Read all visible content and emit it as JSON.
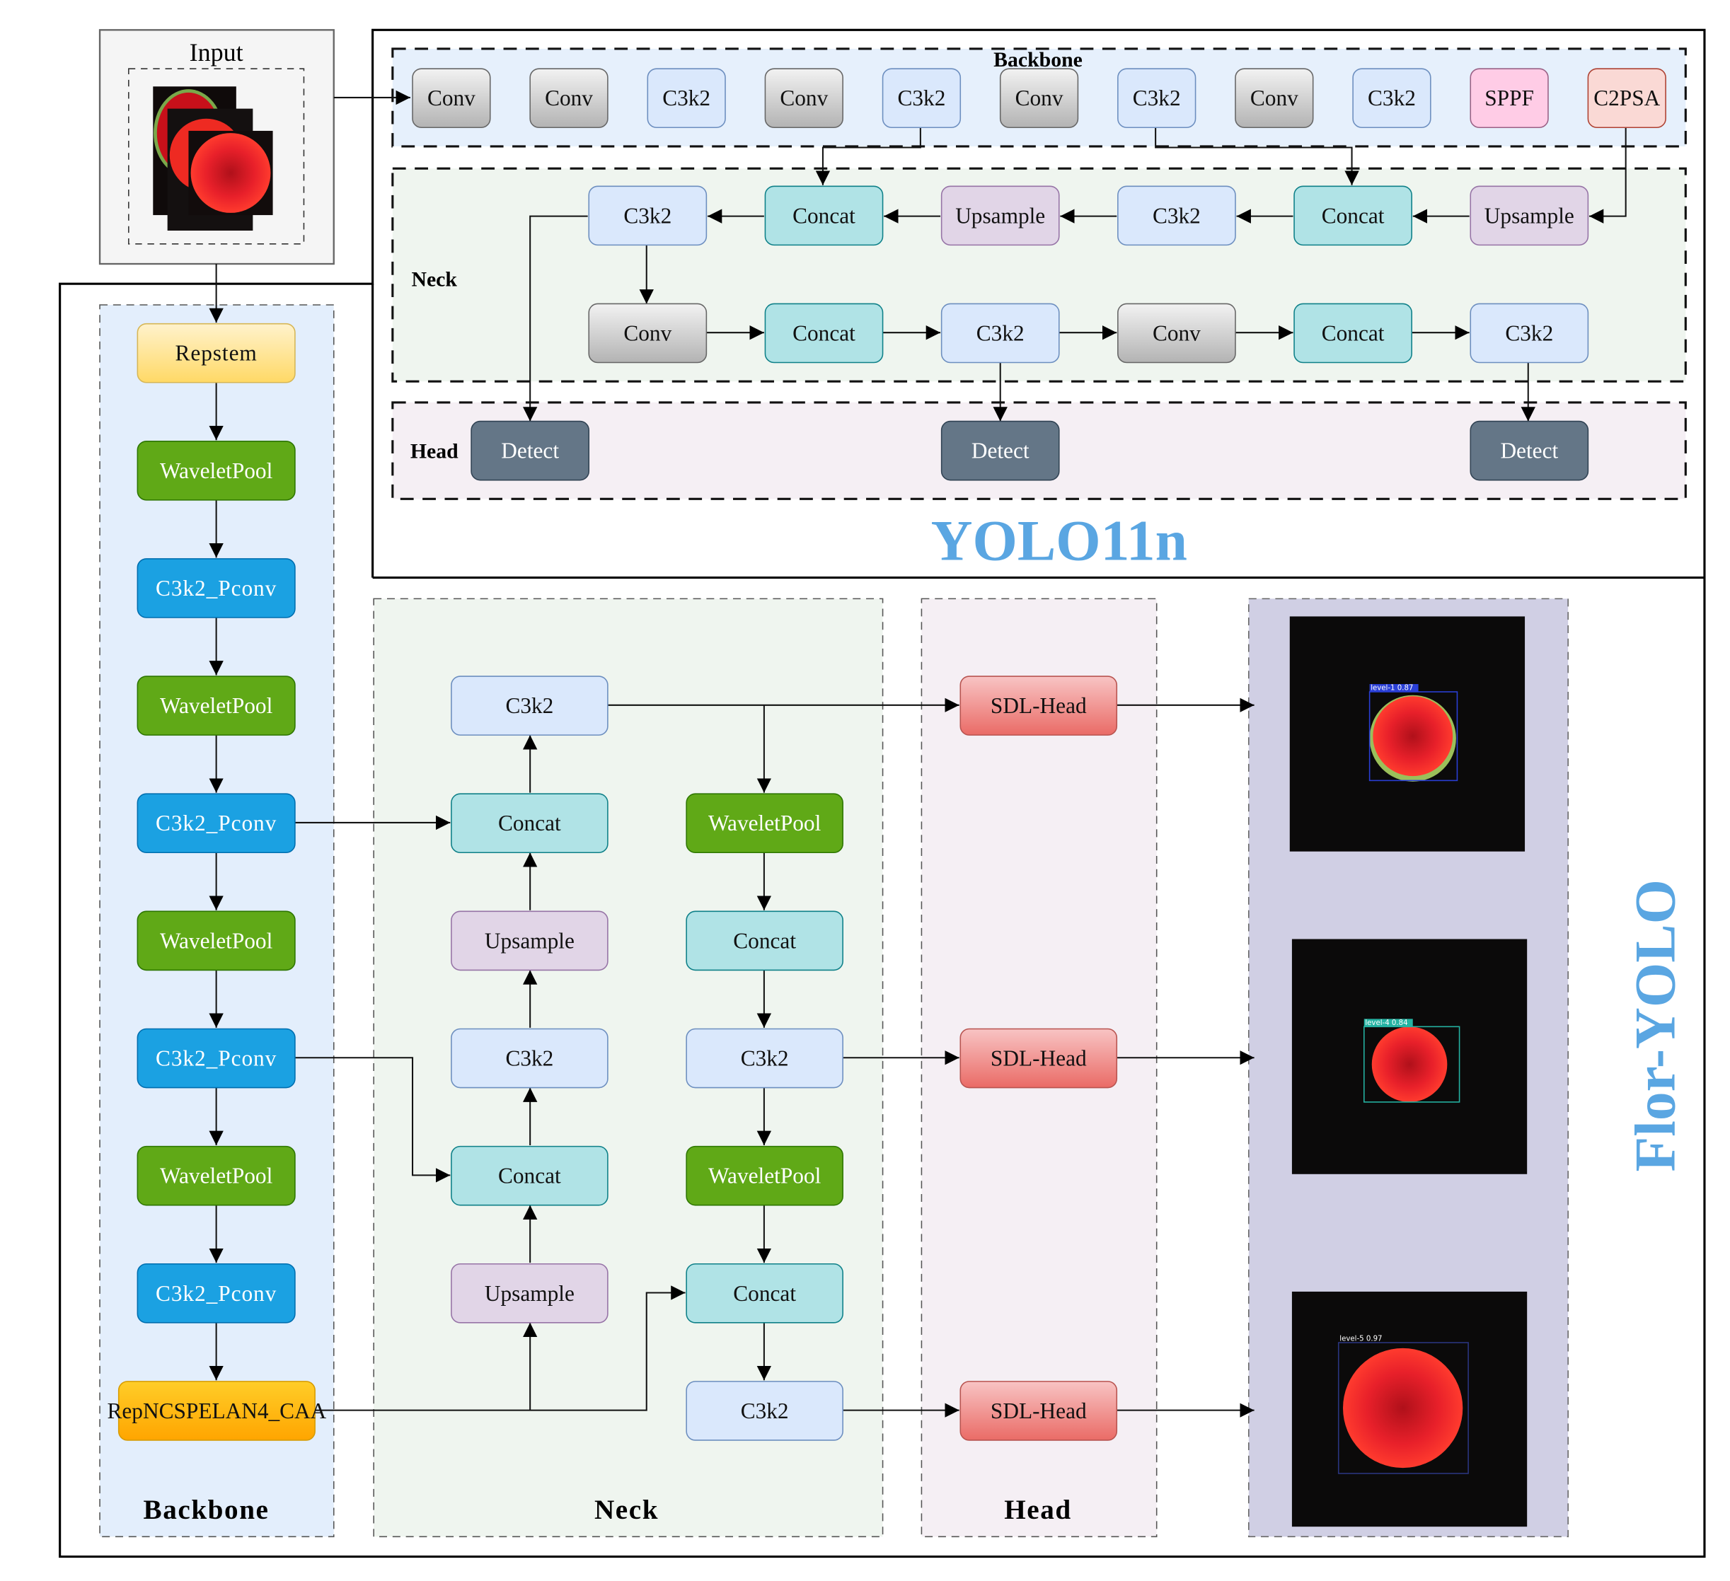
{
  "diagram": {
    "input": {
      "title": "Input",
      "image_alt": "stack of red carnation flower images"
    },
    "yolo11n": {
      "title": "YOLO11n",
      "sections": {
        "backbone": "Backbone",
        "neck": "Neck",
        "head": "Head"
      },
      "backbone_nodes": [
        "Conv",
        "Conv",
        "C3k2",
        "Conv",
        "C3k2",
        "Conv",
        "C3k2",
        "Conv",
        "C3k2",
        "SPPF",
        "C2PSA"
      ],
      "neck_top_row": [
        "C3k2",
        "Concat",
        "Upsample",
        "C3k2",
        "Concat",
        "Upsample"
      ],
      "neck_bottom_row": [
        "Conv",
        "Concat",
        "C3k2",
        "Conv",
        "Concat",
        "C3k2"
      ],
      "head_nodes": [
        "Detect",
        "Detect",
        "Detect"
      ]
    },
    "flor_yolo": {
      "title": "Flor-YOLO",
      "sections": {
        "backbone": "Backbone",
        "neck": "Neck",
        "head": "Head"
      },
      "backbone_nodes": [
        "Repstem",
        "WaveletPool",
        "C3k2_Pconv",
        "WaveletPool",
        "C3k2_Pconv",
        "WaveletPool",
        "C3k2_Pconv",
        "WaveletPool",
        "C3k2_Pconv",
        "RepNCSPELAN4_CAA"
      ],
      "neck_left_column": [
        "C3k2",
        "Concat",
        "Upsample",
        "C3k2",
        "Concat",
        "Upsample"
      ],
      "neck_right_column": [
        "WaveletPool",
        "Concat",
        "C3k2",
        "WaveletPool",
        "Concat",
        "C3k2"
      ],
      "head_nodes": [
        "SDL-Head",
        "SDL-Head",
        "SDL-Head"
      ],
      "outputs": [
        {
          "label": "level-1  0.87",
          "box_color": "#2a3fd6"
        },
        {
          "label": "level-4  0.84",
          "box_color": "#25b3a3"
        },
        {
          "label": "level-5  0.97",
          "box_color": "#2a3580"
        }
      ]
    },
    "colors": {
      "conv": "#c8c8c8",
      "c3k2": "#dae8fc",
      "concat": "#b0e3e6",
      "upsample": "#e1d5e7",
      "sppf": "#ffcce6",
      "c2psa": "#fad9d5",
      "detect": "#647687",
      "repstem": "#ffe082",
      "waveletpool": "#60a917",
      "c3k2_pconv": "#1ba1e2",
      "repncspelan": "#ffb31a",
      "sdl_head": "#f08080",
      "title_blue": "#5aa6e2"
    }
  }
}
